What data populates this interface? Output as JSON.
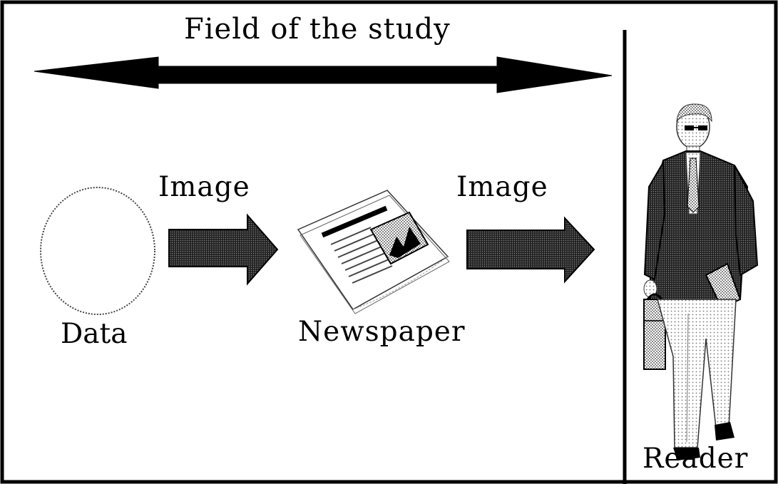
{
  "diagram": {
    "title": "Field of the study",
    "arrow_label_left": "Image",
    "arrow_label_right": "Image",
    "data_label": "Data",
    "newspaper_label": "Newspaper",
    "reader_label": "Reader"
  },
  "colors": {
    "ink": "#000000",
    "background": "#ffffff",
    "halftone": "#555555"
  }
}
